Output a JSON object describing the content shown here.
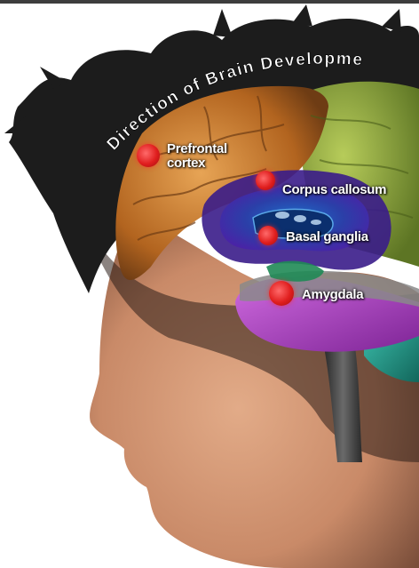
{
  "diagram": {
    "arc_title": "Direction of Brain Developme",
    "labels": [
      {
        "id": "prefrontal",
        "line1": "Prefrontal",
        "line2": "cortex"
      },
      {
        "id": "corpus",
        "line1": "Corpus callosum"
      },
      {
        "id": "basal",
        "line1": "Basal ganglia"
      },
      {
        "id": "amygdala",
        "line1": "Amygdala"
      }
    ],
    "colors": {
      "marker": "#e01e1e",
      "frontal_lobe": "#c87a2c",
      "parietal_lobe": "#8fa83a",
      "limbic": "#5b2fb0",
      "temporal": "#b84fc4",
      "cerebellum": "#2a9e8e",
      "skin": "#d9a07f",
      "hair": "#1c1c1c"
    }
  }
}
